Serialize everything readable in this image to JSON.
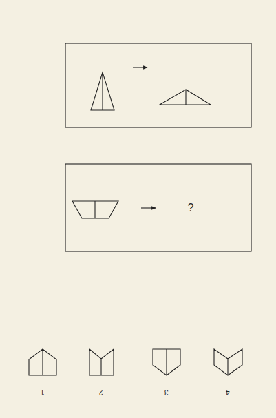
{
  "diagram": {
    "labels": [
      "?",
      "1",
      "2",
      "3",
      "4"
    ]
  }
}
